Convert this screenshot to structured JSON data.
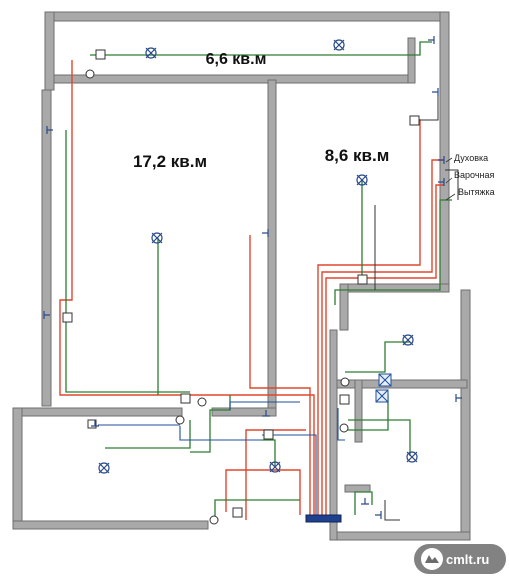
{
  "plan": {
    "rooms": [
      {
        "id": "corridor",
        "area_label": "6,6 кв.м"
      },
      {
        "id": "living",
        "area_label": "17,2 кв.м"
      },
      {
        "id": "kitchen",
        "area_label": "8,6 кв.м"
      }
    ],
    "kitchen_points": [
      "Духовка",
      "Варочная",
      "Вытяжка"
    ],
    "wire_colors": {
      "phase": "#e0462e",
      "neutral": "#2e7d32",
      "ground": "#1f4f9a",
      "wall": "#a9a9a9"
    },
    "symbols": {
      "lamp": "lamp-cross-icon",
      "socket": "socket-icon",
      "switch": "switch-icon",
      "junction": "junction-box-icon",
      "fan": "fan-icon",
      "panel": "distribution-panel-icon"
    }
  },
  "watermark": {
    "text": "cmlt.ru",
    "icon": "cmlt-logo-icon"
  }
}
